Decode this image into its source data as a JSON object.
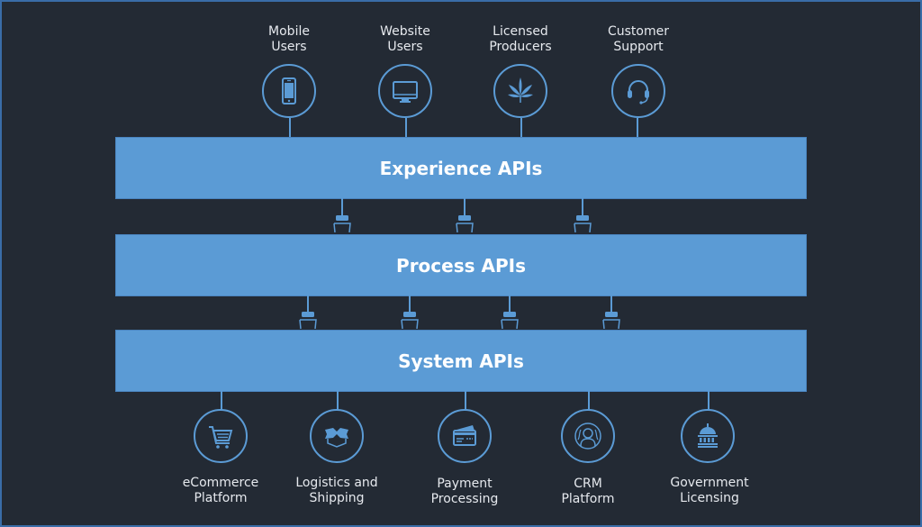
{
  "diagram": {
    "layers": [
      {
        "id": "experience",
        "label": "Experience APIs"
      },
      {
        "id": "process",
        "label": "Process APIs"
      },
      {
        "id": "system",
        "label": "System APIs"
      }
    ],
    "consumers": [
      {
        "label": "Mobile\nUsers",
        "icon": "mobile-phone-icon"
      },
      {
        "label": "Website\nUsers",
        "icon": "desktop-monitor-icon"
      },
      {
        "label": "Licensed\nProducers",
        "icon": "cannabis-leaf-icon"
      },
      {
        "label": "Customer\nSupport",
        "icon": "headset-icon"
      }
    ],
    "systems": [
      {
        "label": "eCommerce\nPlatform",
        "icon": "shopping-cart-icon"
      },
      {
        "label": "Logistics and\nShipping",
        "icon": "open-box-icon"
      },
      {
        "label": "Payment\nProcessing",
        "icon": "credit-card-icon"
      },
      {
        "label": "CRM\nPlatform",
        "icon": "user-profile-icon"
      },
      {
        "label": "Government\nLicensing",
        "icon": "capitol-building-icon"
      }
    ],
    "connectors": {
      "experience_to_process": 3,
      "process_to_system": 4
    },
    "colors": {
      "background": "#232a34",
      "accent": "#5b9bd5",
      "text": "#e6e9ee",
      "band_text": "#ffffff"
    }
  }
}
